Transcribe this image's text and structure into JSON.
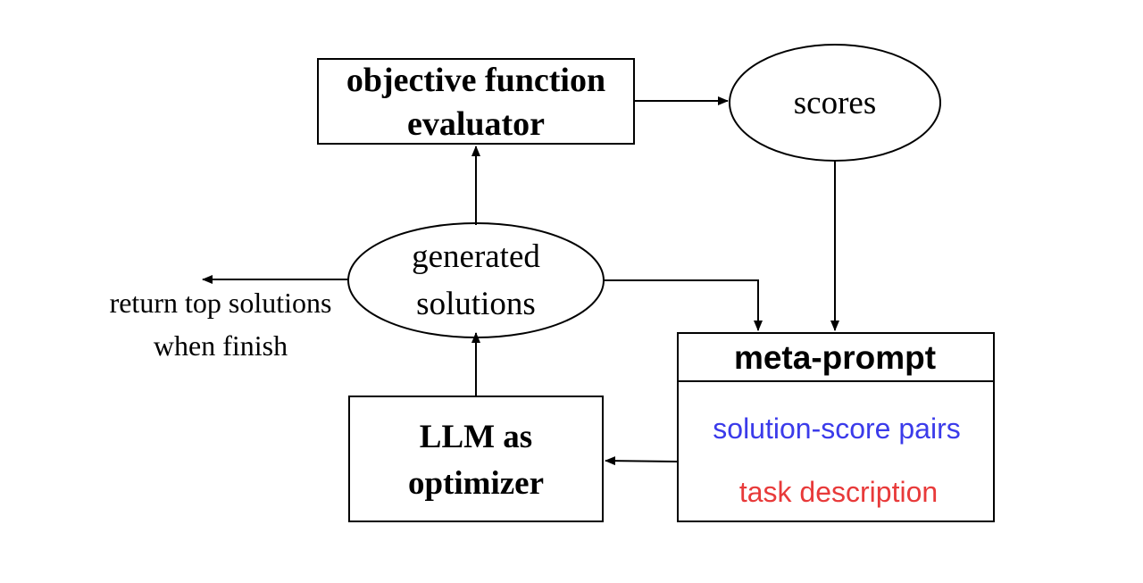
{
  "nodes": {
    "evaluator": {
      "line1": "objective function",
      "line2": "evaluator"
    },
    "scores": {
      "label": "scores"
    },
    "generated": {
      "line1": "generated",
      "line2": "solutions"
    },
    "meta_prompt": {
      "title": "meta-prompt",
      "pairs": "solution-score pairs",
      "task": "task description"
    },
    "llm": {
      "line1": "LLM as",
      "line2": "optimizer"
    }
  },
  "return_label": {
    "line1": "return top solutions",
    "line2": "when finish"
  },
  "colors": {
    "stroke": "#000000",
    "text": "#000000",
    "pairs_text": "#3b3bea",
    "task_text": "#e83a3a"
  }
}
